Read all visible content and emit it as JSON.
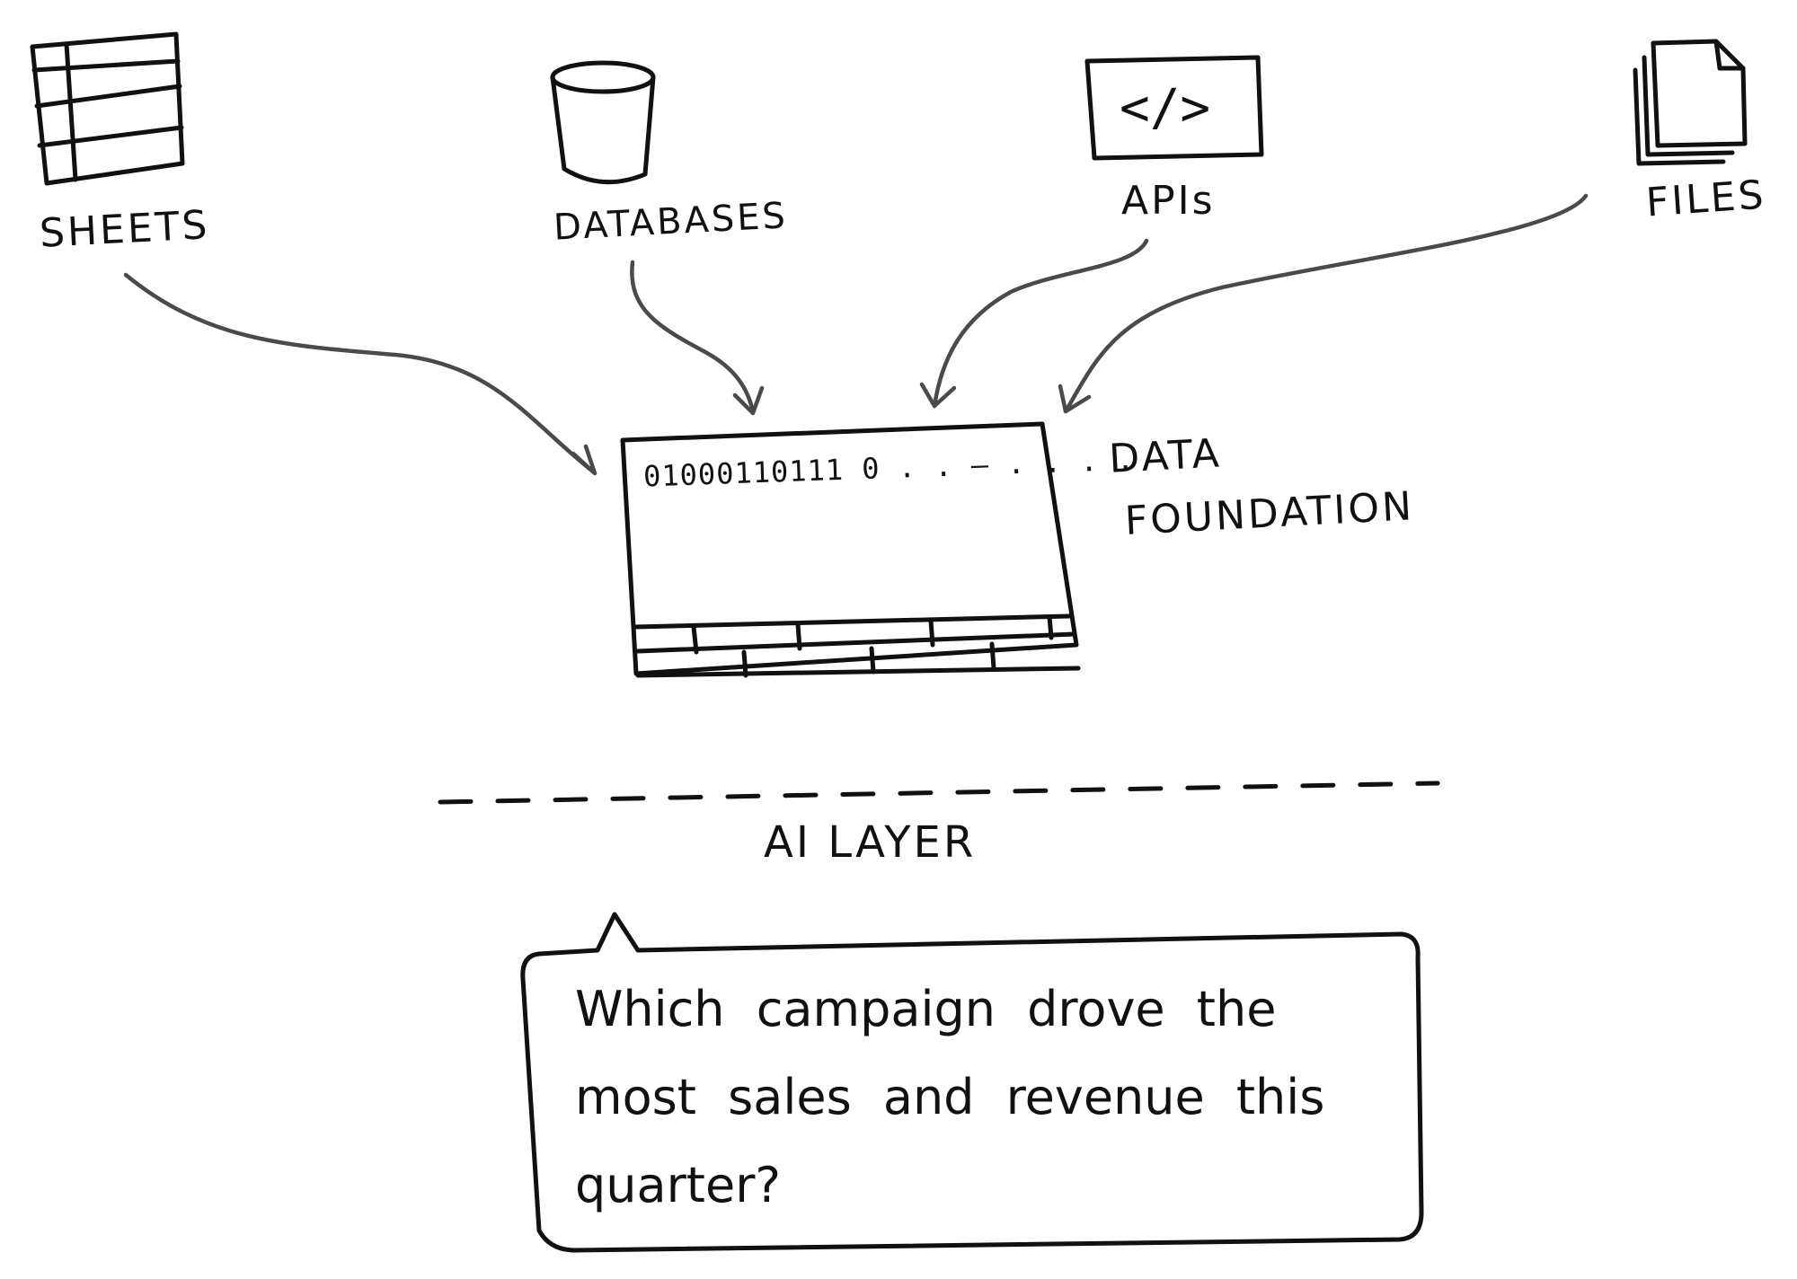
{
  "sources": [
    {
      "id": "sheets",
      "label": "SHEETS",
      "icon": "spreadsheet-icon"
    },
    {
      "id": "databases",
      "label": "DATABASES",
      "icon": "database-icon"
    },
    {
      "id": "apis",
      "label": "APIs",
      "icon": "code-window-icon",
      "icon_text": "</>"
    },
    {
      "id": "files",
      "label": "FILES",
      "icon": "stacked-files-icon"
    }
  ],
  "foundation": {
    "label_line1": "DATA",
    "label_line2": "FOUNDATION",
    "binary_text": "01000110111 0 . . — . . . ."
  },
  "ai_layer": {
    "label": "AI LAYER"
  },
  "question": {
    "text": "Which campaign drove the most sales and revenue this quarter?"
  },
  "colors": {
    "ink": "#111111",
    "arrow": "#4a4a4a",
    "background": "#ffffff"
  }
}
